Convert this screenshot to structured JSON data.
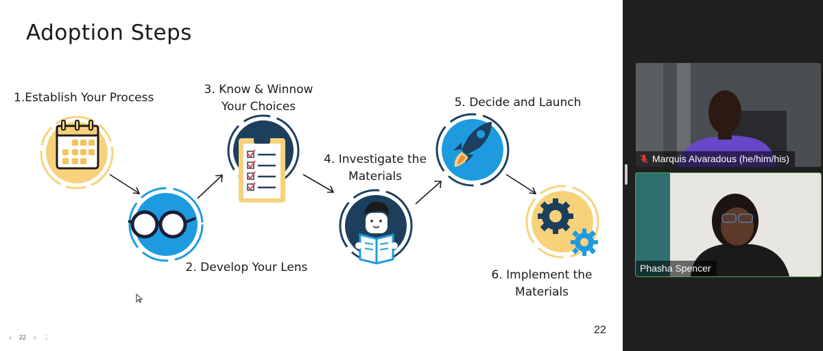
{
  "slide": {
    "title": "Adoption Steps",
    "page_number": "22",
    "steps": [
      {
        "label_line1": "1.Establish Your Process",
        "label_line2": "",
        "icon": "calendar-icon"
      },
      {
        "label_line1": "2. Develop Your Lens",
        "label_line2": "",
        "icon": "glasses-icon"
      },
      {
        "label_line1": "3. Know & Winnow",
        "label_line2": "Your Choices",
        "icon": "clipboard-checklist-icon"
      },
      {
        "label_line1": "4. Investigate the",
        "label_line2": "Materials",
        "icon": "person-reading-icon"
      },
      {
        "label_line1": "5. Decide and Launch",
        "label_line2": "",
        "icon": "rocket-icon"
      },
      {
        "label_line1": "6. Implement the",
        "label_line2": "Materials",
        "icon": "gears-icon"
      }
    ],
    "colors": {
      "yellow": "#f7d27a",
      "blue": "#1e9be0",
      "navy": "#1d3f5e"
    }
  },
  "nav": {
    "prev": "‹",
    "page": "22",
    "next": "›",
    "more": "⋮"
  },
  "participants": [
    {
      "name": "Marquis Alvaradous (he/him/his)",
      "muted": true
    },
    {
      "name": "Phasha Spencer",
      "muted": false,
      "speaking": true
    }
  ]
}
